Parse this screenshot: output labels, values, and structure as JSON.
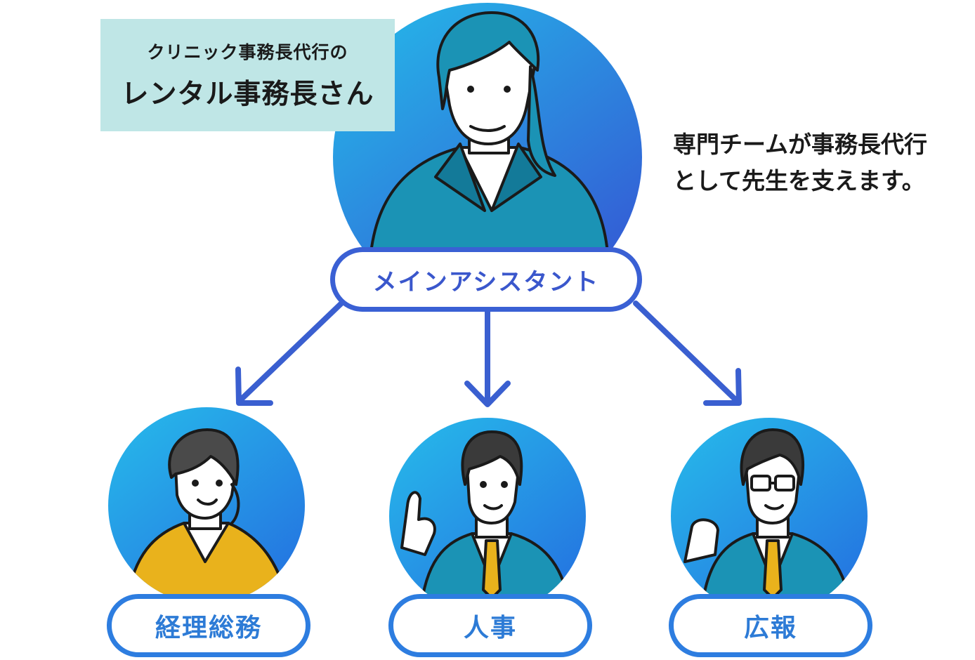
{
  "header": {
    "subtitle": "クリニック事務長代行の",
    "title": "レンタル事務長さん"
  },
  "tagline": {
    "line1": "専門チームが事務長代行",
    "line2": "として先生を支えます。"
  },
  "main_role": {
    "label": "メインアシスタント",
    "avatar": "woman-in-suit-icon"
  },
  "teams": [
    {
      "label": "経理総務",
      "avatar": "woman-yellow-jacket-icon"
    },
    {
      "label": "人事",
      "avatar": "man-pointing-icon"
    },
    {
      "label": "広報",
      "avatar": "man-with-glasses-icon"
    }
  ],
  "colors": {
    "gradient_light": "#25b5e8",
    "gradient_dark": "#3553d3",
    "arrow": "#3a5fd0",
    "label_bg": "#bfe6e6",
    "suit_teal": "#1b93b5",
    "jacket_yellow": "#e9b21c"
  }
}
